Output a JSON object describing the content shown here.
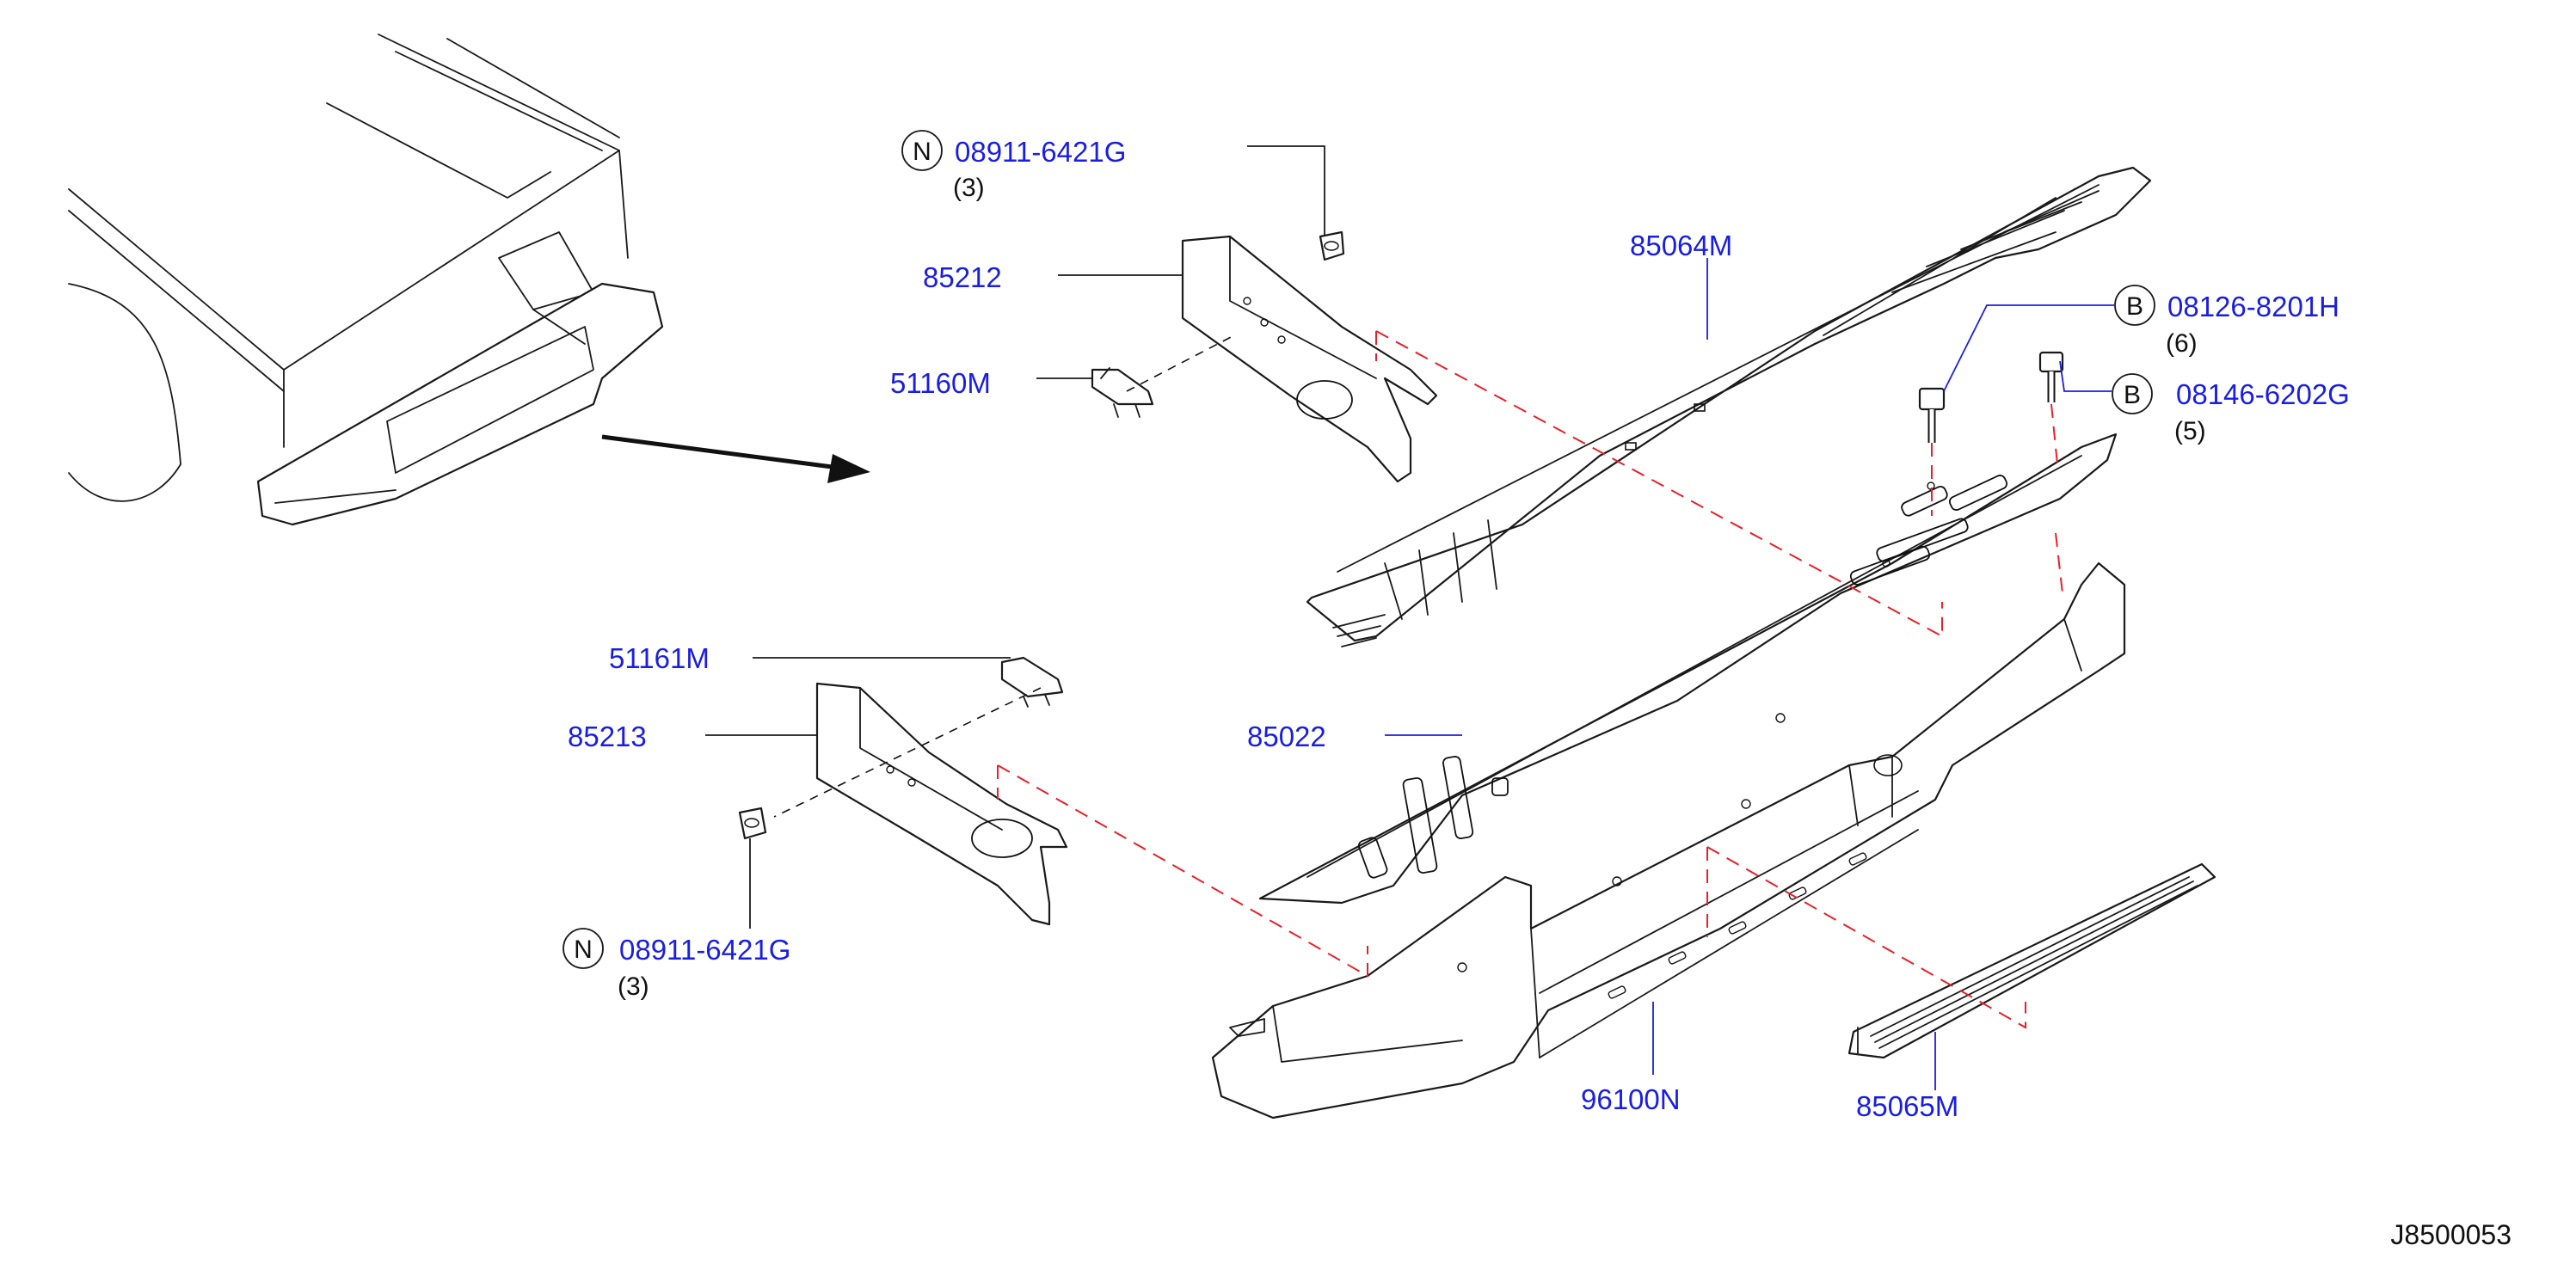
{
  "diagram": {
    "id_code": "J8500053",
    "callouts": [
      {
        "key": "nut_top",
        "part_number": "08911-6421G",
        "letter": "N",
        "quantity": "(3)"
      },
      {
        "key": "bracket_rh",
        "part_number": "85212"
      },
      {
        "key": "clip_rh",
        "part_number": "51160M"
      },
      {
        "key": "step_pad_top",
        "part_number": "85064M"
      },
      {
        "key": "bolt_6",
        "part_number": "08126-8201H",
        "letter": "B",
        "quantity": "(6)"
      },
      {
        "key": "bolt_5",
        "part_number": "08146-6202G",
        "letter": "B",
        "quantity": "(5)"
      },
      {
        "key": "clip_lh",
        "part_number": "51161M"
      },
      {
        "key": "bracket_lh",
        "part_number": "85213"
      },
      {
        "key": "reinforcement",
        "part_number": "85022"
      },
      {
        "key": "nut_bottom",
        "part_number": "08911-6421G",
        "letter": "N",
        "quantity": "(3)"
      },
      {
        "key": "bumper_assy",
        "part_number": "96100N"
      },
      {
        "key": "step_pad_side",
        "part_number": "85065M"
      }
    ]
  }
}
